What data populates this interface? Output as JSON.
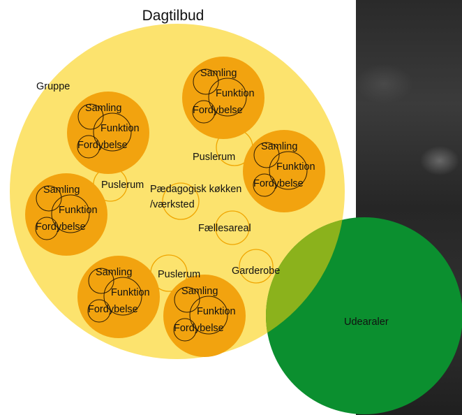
{
  "title": "Dagtilbud",
  "group_label": "Gruppe",
  "group_items": {
    "samling": "Samling",
    "funktion": "Funktion",
    "fordybelse": "Fordybelse"
  },
  "puslerum": "Puslerum",
  "kitchen_line1": "Pædagogisk køkken",
  "kitchen_line2": "/værksted",
  "faellesareal": "Fællesareal",
  "garderobe": "Garderobe",
  "udearaler": "Udearaler",
  "colors": {
    "dagtilbud": "#fce36e",
    "gruppe": "#f2a30f",
    "room_stroke": "#f0a500",
    "udearaler": "#0b8f2f",
    "overlap": "#8bb21c"
  }
}
